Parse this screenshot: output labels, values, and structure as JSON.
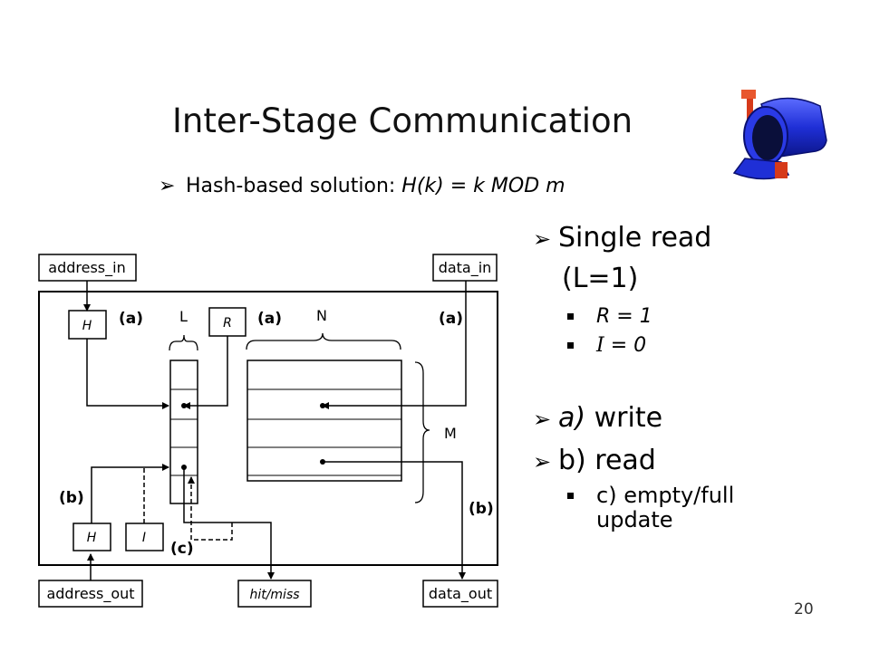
{
  "slide": {
    "title": "Inter-Stage Communication",
    "subtitle": {
      "prefix": "Hash-based solution: ",
      "formula": "H(k) = k MOD m"
    },
    "bullets": {
      "single_read": "Single read",
      "l_eq": "(L=1)",
      "r_eq": "R  = 1",
      "i_sym": "I",
      "i_eq": " = 0",
      "a_prefix": "a)",
      "a_text": " write",
      "b_text": "b) read",
      "c_text_1": "c) empty/full",
      "c_text_2": "update"
    },
    "page_number": "20"
  },
  "diagram": {
    "address_in": "address_in",
    "data_in": "data_in",
    "address_out": "address_out",
    "data_out": "data_out",
    "hit_miss": "hit/miss",
    "h_top": "H",
    "r_box": "R",
    "h_bottom": "H",
    "i_box": "I",
    "label_a1": "(a)",
    "label_a2": "(a)",
    "label_a3": "(a)",
    "label_b1": "(b)",
    "label_b2": "(b)",
    "label_c": "(c)",
    "label_L": "L",
    "label_N": "N",
    "label_M": "M"
  },
  "icons": {
    "mailbox": "mailbox-icon",
    "bullet_arrow": "arrow-bullet-icon"
  },
  "colors": {
    "mailbox_blue": "#1f2fd6",
    "mailbox_flag": "#d63a1a"
  }
}
